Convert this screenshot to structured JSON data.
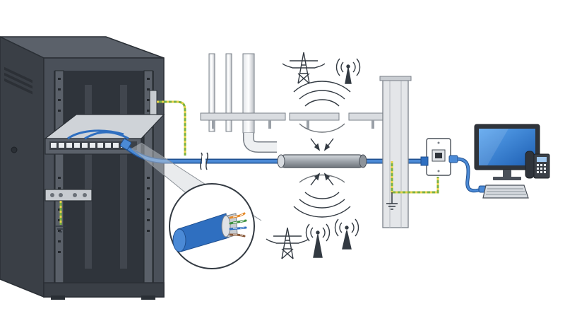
{
  "diagram": {
    "components": [
      {
        "id": "server-rack",
        "icon": "server-rack-icon"
      },
      {
        "id": "patch-panel",
        "icon": "patch-panel-icon"
      },
      {
        "id": "grounding-bus-bar",
        "icon": "ground-bar-icon"
      },
      {
        "id": "shielded-cable-cross-section",
        "icon": "cable-cross-section-icon"
      },
      {
        "id": "ferrite-choke",
        "icon": "ferrite-choke-icon"
      },
      {
        "id": "wall-jack",
        "icon": "rj45-wall-jack-icon"
      },
      {
        "id": "desktop-computer",
        "icon": "monitor-icon"
      },
      {
        "id": "ip-phone",
        "icon": "desk-phone-icon"
      },
      {
        "id": "keyboard",
        "icon": "keyboard-icon"
      }
    ],
    "interference_sources": [
      {
        "id": "power-pylon-top",
        "icon": "power-pylon-icon"
      },
      {
        "id": "radio-mast-top",
        "icon": "radio-antenna-icon"
      },
      {
        "id": "power-pylon-bottom",
        "icon": "power-pylon-icon"
      },
      {
        "id": "radio-mast-bottom-left",
        "icon": "radio-antenna-icon"
      },
      {
        "id": "radio-mast-bottom-right",
        "icon": "radio-antenna-icon"
      }
    ],
    "colors": {
      "rack": "#4a5059",
      "rack_dark": "#2f343b",
      "cable": "#2f6fc0",
      "cable_dark": "#1f4f8f",
      "ground_green": "#7bb241",
      "ground_yellow": "#e7d24a",
      "pipe": "#c8ccd1",
      "wall": "#d9dce0",
      "screen": "#2a7ad6",
      "outline": "#333a42"
    },
    "pair_colors": [
      "#e58a2a",
      "#3a8f3e",
      "#2f6fc0",
      "#8a5a3a"
    ]
  }
}
